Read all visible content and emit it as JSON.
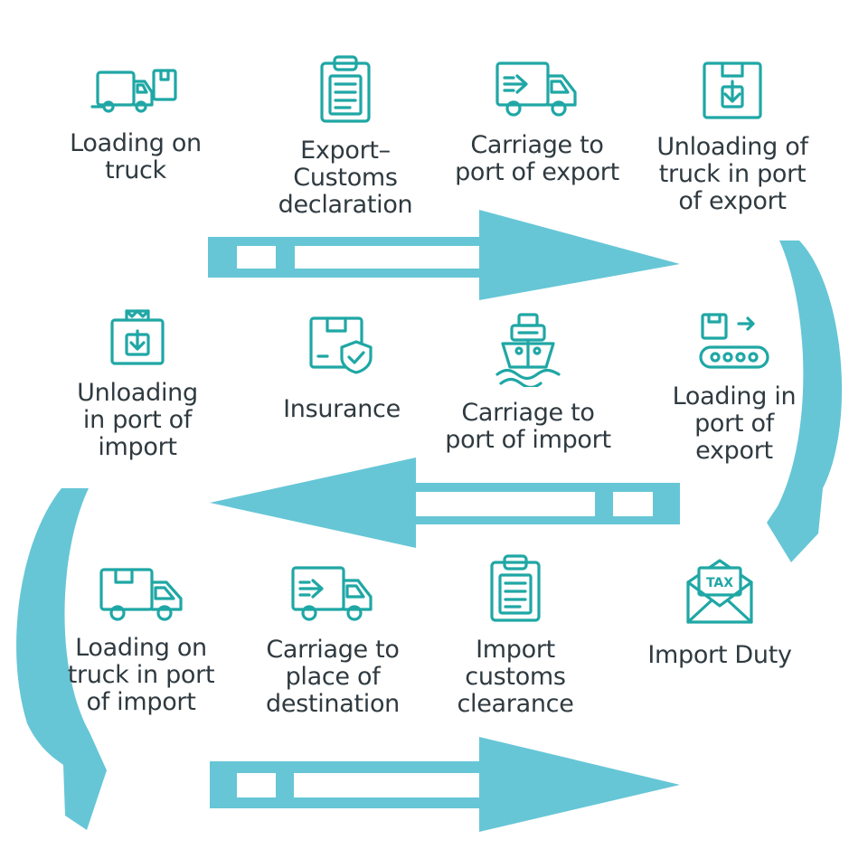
{
  "colors": {
    "flow": "#66c6d6",
    "icon": "#1fa7a5",
    "text": "#2f3a40"
  },
  "steps": [
    {
      "label": "Loading on\ntruck",
      "icon": "truck-box-icon"
    },
    {
      "label": "Export–\nCustoms\ndeclaration",
      "icon": "clipboard-icon"
    },
    {
      "label": "Carriage to\nport of export",
      "icon": "delivery-truck-icon"
    },
    {
      "label": "Unloading of\ntruck in port\nof export",
      "icon": "box-down-icon"
    },
    {
      "label": "Loading in\nport of\nexport",
      "icon": "conveyor-icon"
    },
    {
      "label": "Carriage to\nport of import",
      "icon": "ship-icon"
    },
    {
      "label": "Insurance",
      "icon": "insured-box-icon"
    },
    {
      "label": "Unloading\nin port of\nimport",
      "icon": "box-down-icon"
    },
    {
      "label": "Loading on\ntruck in port\nof import",
      "icon": "truck-icon"
    },
    {
      "label": "Carriage to\nplace of\ndestination",
      "icon": "delivery-truck-icon"
    },
    {
      "label": "Import\ncustoms\nclearance",
      "icon": "clipboard-icon"
    },
    {
      "label": "Import Duty",
      "icon": "tax-envelope-icon"
    }
  ],
  "tax_text": "TAX"
}
